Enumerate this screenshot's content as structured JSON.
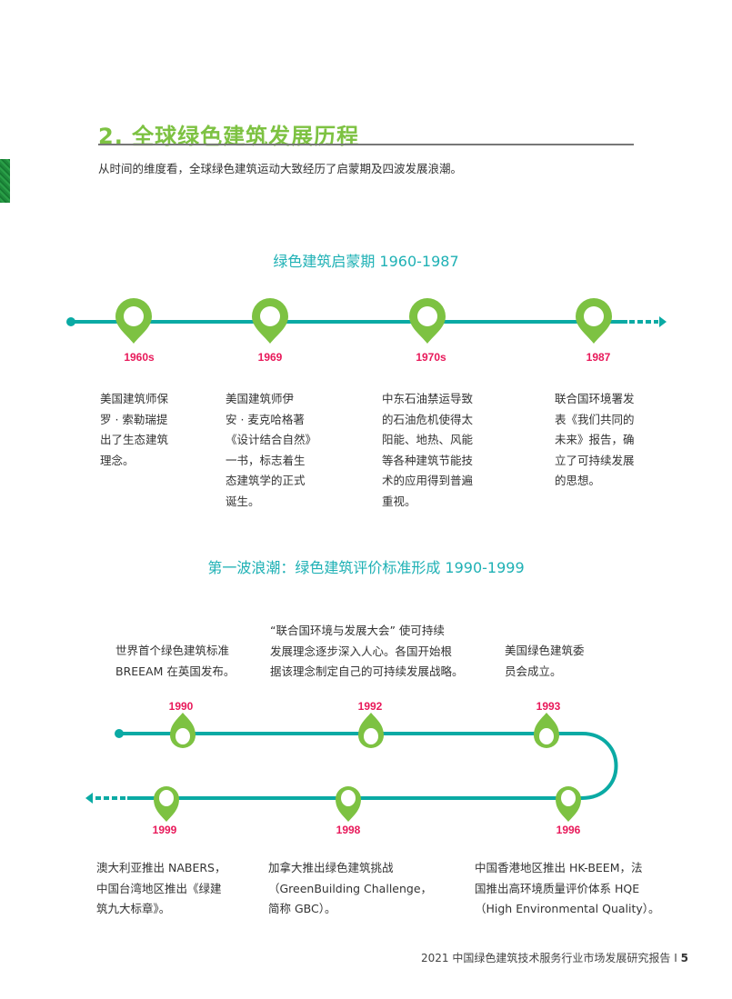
{
  "page": {
    "title": "2. 全球绿色建筑发展历程",
    "intro": "从时间的维度看，全球绿色建筑运动大致经历了启蒙期及四波发展浪潮。"
  },
  "colors": {
    "title_green": "#7dc242",
    "pin_green": "#7dc242",
    "line_teal": "#0aaaa4",
    "heading_teal": "#1fb1b5",
    "year_pink": "#e8195a"
  },
  "enlightenment": {
    "heading": "绿色建筑启蒙期 1960-1987",
    "events": [
      {
        "year": "1960s",
        "lines": [
          "美国建筑师保",
          "罗 · 索勒瑞提",
          "出了生态建筑",
          "理念。"
        ]
      },
      {
        "year": "1969",
        "lines": [
          "美国建筑师伊",
          "安 · 麦克哈格著",
          "《设计结合自然》",
          "一书，标志着生",
          "态建筑学的正式",
          "诞生。"
        ]
      },
      {
        "year": "1970s",
        "lines": [
          "中东石油禁运导致",
          "的石油危机使得太",
          "阳能、地热、风能",
          "等各种建筑节能技",
          "术的应用得到普遍",
          "重视。"
        ]
      },
      {
        "year": "1987",
        "lines": [
          "联合国环境署发",
          "表《我们共同的",
          "未来》报告，确",
          "立了可持续发展",
          "的思想。"
        ]
      }
    ]
  },
  "first_wave": {
    "heading": "第一波浪潮：绿色建筑评价标准形成 1990-1999",
    "top_events": [
      {
        "year": "1990",
        "lines": [
          "世界首个绿色建筑标准",
          "BREEAM 在英国发布。"
        ]
      },
      {
        "year": "1992",
        "lines": [
          "“联合国环境与发展大会” 使可持续",
          "发展理念逐步深入人心。各国开始根",
          "据该理念制定自己的可持续发展战略。"
        ]
      },
      {
        "year": "1993",
        "lines": [
          "美国绿色建筑委",
          "员会成立。"
        ]
      }
    ],
    "bottom_events": [
      {
        "year": "1999",
        "lines": [
          "澳大利亚推出 NABERS，",
          "中国台湾地区推出《绿建",
          "筑九大标章》。"
        ]
      },
      {
        "year": "1998",
        "lines": [
          "加拿大推出绿色建筑挑战",
          "（GreenBuilding Challenge，",
          "简称 GBC）。"
        ]
      },
      {
        "year": "1996",
        "lines": [
          "中国香港地区推出 HK-BEEM，法",
          "国推出高环境质量评价体系 HQE",
          "（High Environmental Quality）。"
        ]
      }
    ]
  },
  "footer": {
    "report_title": "2021 中国绿色建筑技术服务行业市场发展研究报告",
    "separator": "I",
    "page_number": "5"
  }
}
